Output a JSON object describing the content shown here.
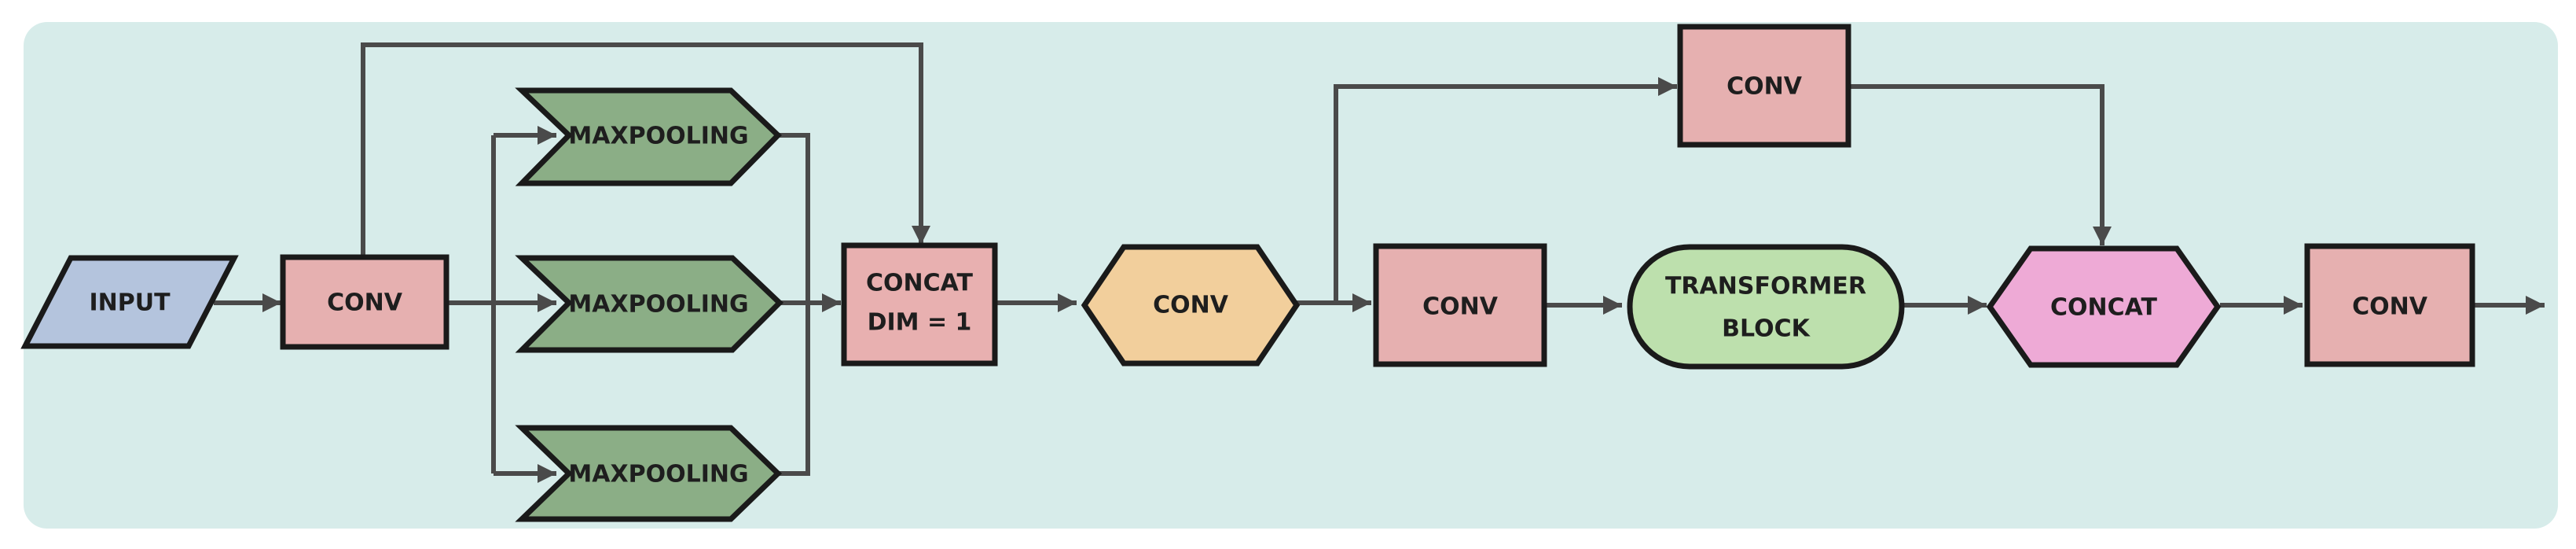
{
  "colors": {
    "background": "#d7ecea",
    "input": "#b4c4dd",
    "conv": "#e6b0b0",
    "maxpool": "#8bae86",
    "concat_main": "#e8b0b0",
    "conv_hex": "#f2cf9c",
    "transformer": "#bde0ad",
    "concat_pink": "#eeaad6",
    "edge": "#4a4a4a"
  },
  "nodes": {
    "input": {
      "label": "INPUT"
    },
    "conv1": {
      "label": "CONV"
    },
    "maxpool1": {
      "label": "MAXPOOLING"
    },
    "maxpool2": {
      "label": "MAXPOOLING"
    },
    "maxpool3": {
      "label": "MAXPOOLING"
    },
    "concat1": {
      "line1": "CONCAT",
      "line2": "DIM = 1"
    },
    "conv_hex": {
      "label": "CONV"
    },
    "conv_top": {
      "label": "CONV"
    },
    "conv_mid": {
      "label": "CONV"
    },
    "transformer": {
      "line1": "TRANSFORMER",
      "line2": "BLOCK"
    },
    "concat2": {
      "label": "CONCAT"
    },
    "conv_final": {
      "label": "CONV"
    }
  }
}
